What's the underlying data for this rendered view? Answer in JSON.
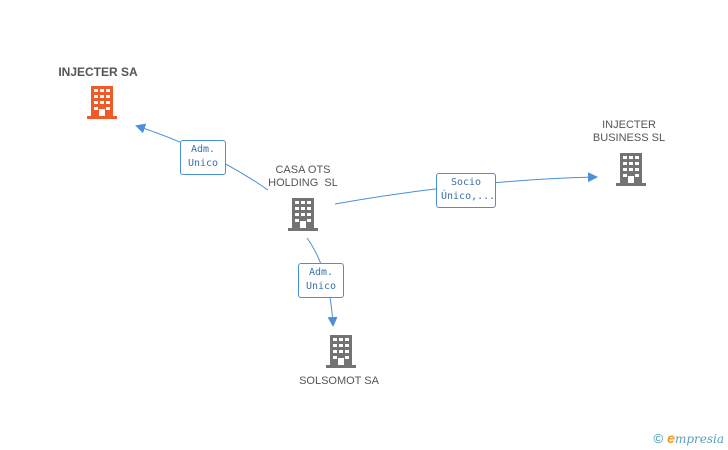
{
  "colors": {
    "edge": "#4a8fd9",
    "building_main": "#f05a28",
    "building_other": "#737373"
  },
  "nodes": {
    "injecter_sa": {
      "label": "INJECTER SA"
    },
    "casa_ots": {
      "label_line1": "CASA OTS",
      "label_line2": "HOLDING  SL"
    },
    "injecter_business": {
      "label_line1": "INJECTER",
      "label_line2": "BUSINESS SL"
    },
    "solsomot": {
      "label": "SOLSOMOT SA"
    }
  },
  "edges": {
    "to_injecter_sa": {
      "line1": "Adm.",
      "line2": "Unico"
    },
    "to_injecter_business": {
      "line1": "Socio",
      "line2": "Único,..."
    },
    "to_solsomot": {
      "line1": "Adm.",
      "line2": "Unico"
    }
  },
  "watermark": {
    "copyright": "©",
    "brand_initial": "e",
    "brand_rest": "mpresia"
  }
}
